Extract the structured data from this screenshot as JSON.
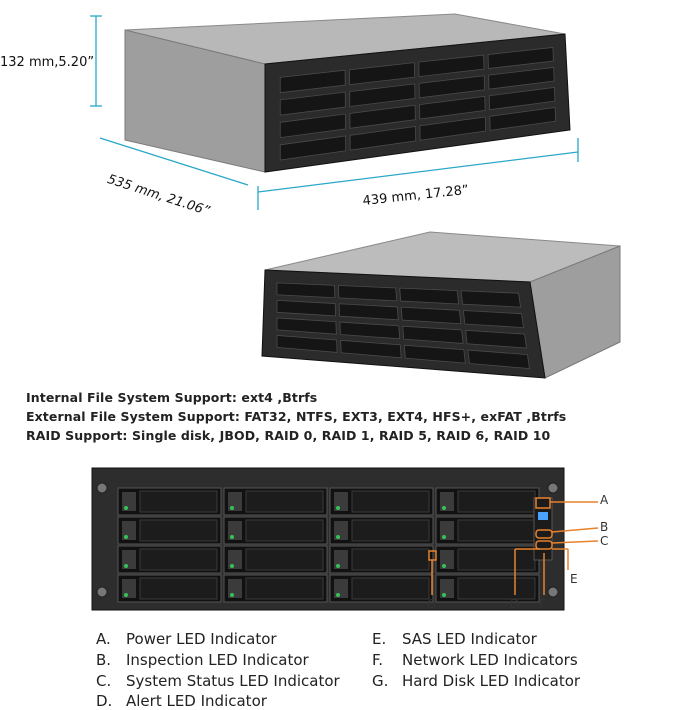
{
  "dimensions": {
    "height": "132 mm,5.20”",
    "depth": "535 mm, 21.06”",
    "width": "439 mm, 17.28”"
  },
  "specs": {
    "internal_fs": "Internal File System Support: ext4 ,Btrfs",
    "external_fs": "External File System Support: FAT32, NTFS, EXT3, EXT4, HFS+, exFAT ,Btrfs",
    "raid": "RAID Support: Single disk, JBOD, RAID 0, RAID 1, RAID 5, RAID 6, RAID 10"
  },
  "callouts": {
    "a": "A",
    "b": "B",
    "c": "C",
    "d": "D",
    "e": "E",
    "f": "F",
    "g": "G"
  },
  "legend": [
    {
      "letter": "A.",
      "text": "Power LED Indicator"
    },
    {
      "letter": "B.",
      "text": "Inspection LED Indicator"
    },
    {
      "letter": "C.",
      "text": "System Status LED Indicator"
    },
    {
      "letter": "D.",
      "text": "Alert LED Indicator"
    },
    {
      "letter": "E.",
      "text": "SAS LED Indicator"
    },
    {
      "letter": "F.",
      "text": "Network LED Indicators"
    },
    {
      "letter": "G.",
      "text": "Hard Disk LED Indicator"
    }
  ],
  "colors": {
    "dimension_line": "#2aa7c9",
    "callout": "#e8822c",
    "chassis": "#2b2b2b",
    "top_panel": "#a9a9a9",
    "led_green": "#36c25a",
    "led_blue": "#4aa3ff"
  }
}
